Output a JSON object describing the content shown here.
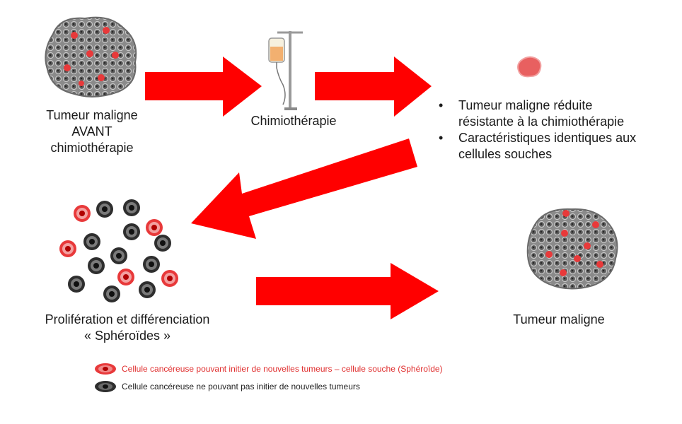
{
  "stages": {
    "tumor_before": [
      "Tumeur maligne",
      "AVANT",
      "chimiothérapie"
    ],
    "chemo": "Chimiothérapie",
    "result_bullets": [
      [
        "Tumeur maligne réduite",
        "résistante à la chimiothérapie"
      ],
      [
        "Caractéristiques identiques aux",
        "cellules souches"
      ]
    ],
    "proliferation": [
      "Prolifération et différenciation",
      "« Sphéroïdes »"
    ],
    "tumor_after": "Tumeur maligne"
  },
  "legend": [
    {
      "label": "Cellule cancéreuse pouvant initier de nouvelles tumeurs – cellule souche (Sphéroïde)",
      "color": "#e03030"
    },
    {
      "label": "Cellule cancéreuse ne pouvant pas initier de nouvelles tumeurs",
      "color": "#222222"
    }
  ],
  "colors": {
    "arrow": "#ff0000",
    "stem_cell": "#e8393a",
    "normal_cell": "#2e2e2e",
    "tumor": "#7a7a7a"
  }
}
